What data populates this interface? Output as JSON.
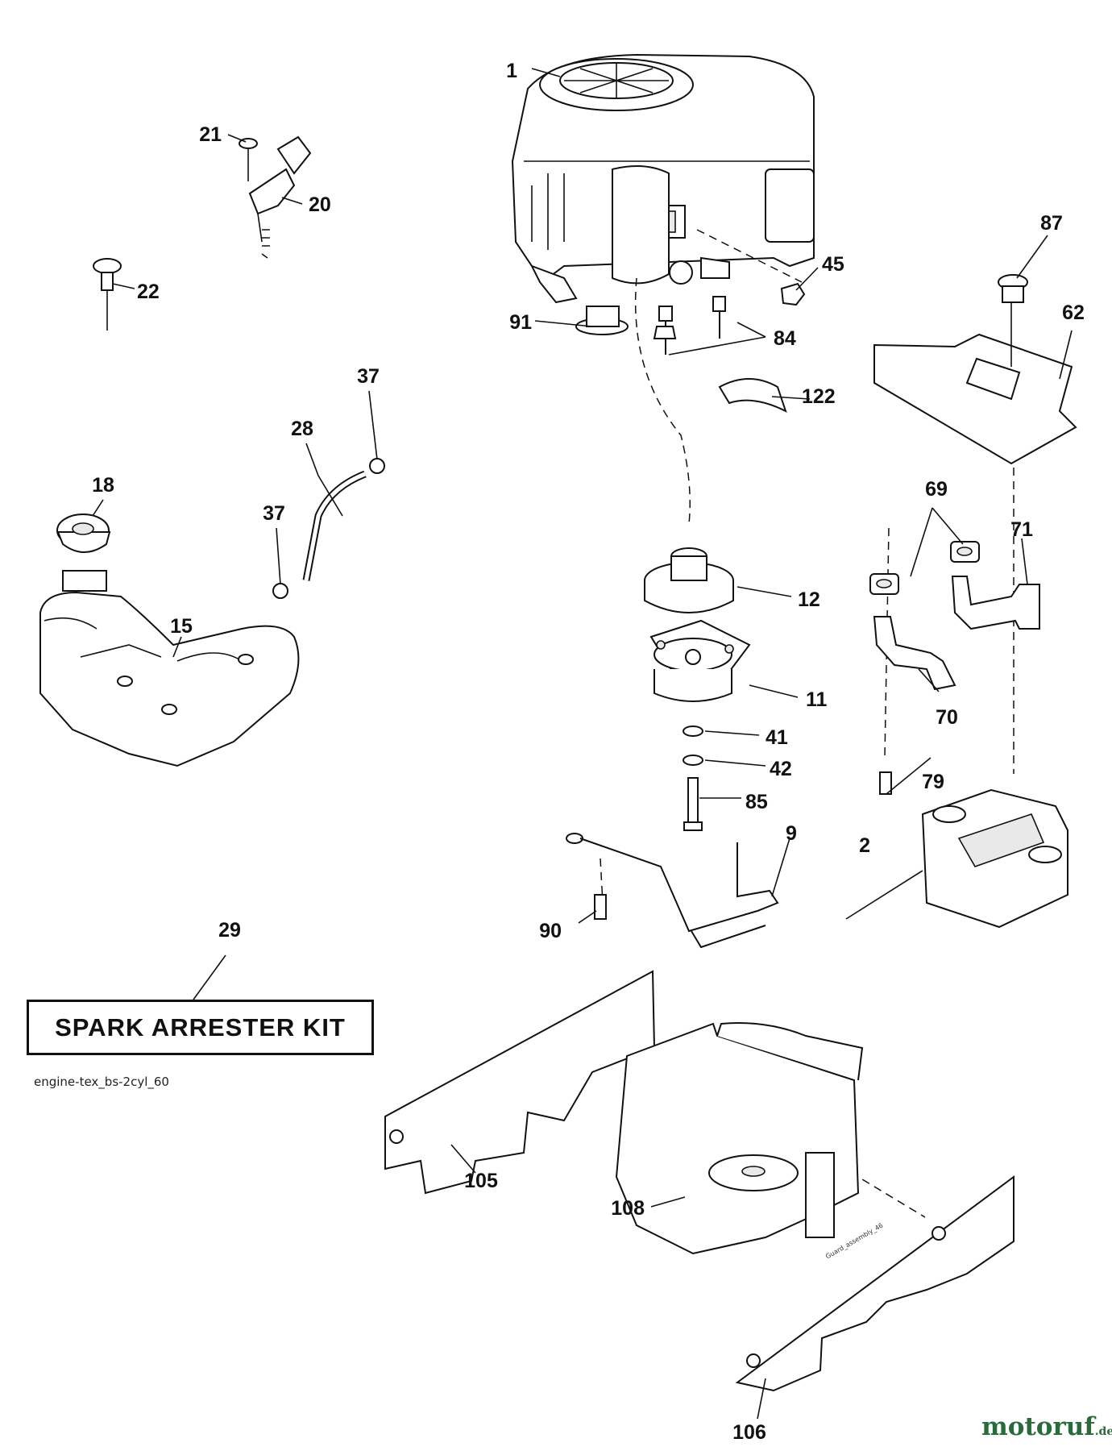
{
  "diagram": {
    "callouts": [
      "1",
      "2",
      "9",
      "11",
      "12",
      "15",
      "18",
      "20",
      "21",
      "22",
      "28",
      "29",
      "37",
      "37",
      "41",
      "42",
      "45",
      "62",
      "69",
      "70",
      "71",
      "79",
      "84",
      "85",
      "87",
      "90",
      "91",
      "105",
      "106",
      "108",
      "122"
    ],
    "kit_label": "SPARK ARRESTER KIT",
    "file_label": "engine-tex_bs-2cyl_60",
    "guard_label": "Guard_assembly_46",
    "watermark": {
      "main": "motoruf",
      "suffix": ".de",
      "color": "#2a6b3c"
    }
  }
}
